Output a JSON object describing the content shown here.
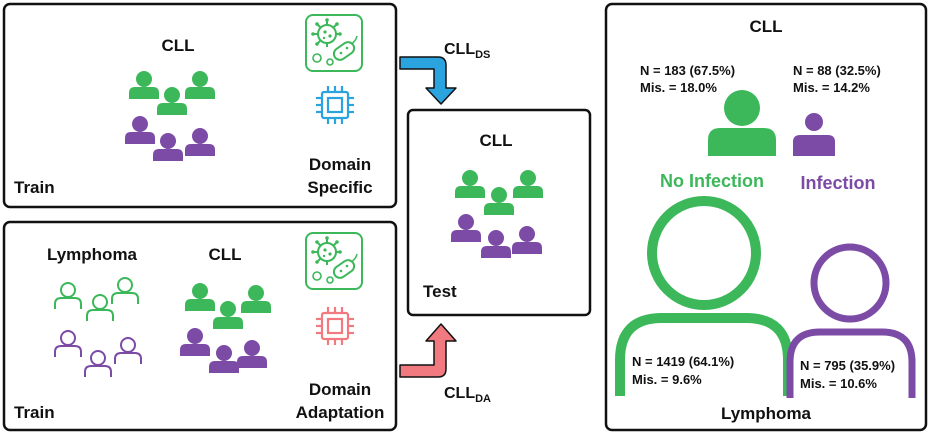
{
  "colors": {
    "green": "#3cb85b",
    "purple": "#7c4ba6",
    "blue": "#2aa3df",
    "red": "#f07a7f",
    "box_border": "#111111"
  },
  "train_ds": {
    "title": "CLL",
    "corner_label": "Train",
    "method_label_line1": "Domain",
    "method_label_line2": "Specific",
    "icons": [
      "virus-icon",
      "chip-icon"
    ]
  },
  "train_da": {
    "source_title": "Lymphoma",
    "target_title": "CLL",
    "corner_label": "Train",
    "method_label_line1": "Domain",
    "method_label_line2": "Adaptation",
    "icons": [
      "virus-icon",
      "chip-icon"
    ]
  },
  "test": {
    "title": "CLL",
    "corner_label": "Test"
  },
  "arrows": {
    "top_label_main": "CLL",
    "top_label_sub": "DS",
    "bottom_label_main": "CLL",
    "bottom_label_sub": "DA"
  },
  "stats": {
    "cll_title": "CLL",
    "cll_no_infection_n": "N = 183 (67.5%)",
    "cll_no_infection_mis": "Mis. = 18.0%",
    "cll_infection_n": "N = 88 (32.5%)",
    "cll_infection_mis": "Mis. = 14.2%",
    "no_infection_label": "No Infection",
    "infection_label": "Infection",
    "lymphoma_no_infection_n": "N = 1419 (64.1%)",
    "lymphoma_no_infection_mis": "Mis. = 9.6%",
    "lymphoma_infection_n": "N = 795 (35.9%)",
    "lymphoma_infection_mis": "Mis. = 10.6%",
    "lymphoma_title": "Lymphoma"
  }
}
